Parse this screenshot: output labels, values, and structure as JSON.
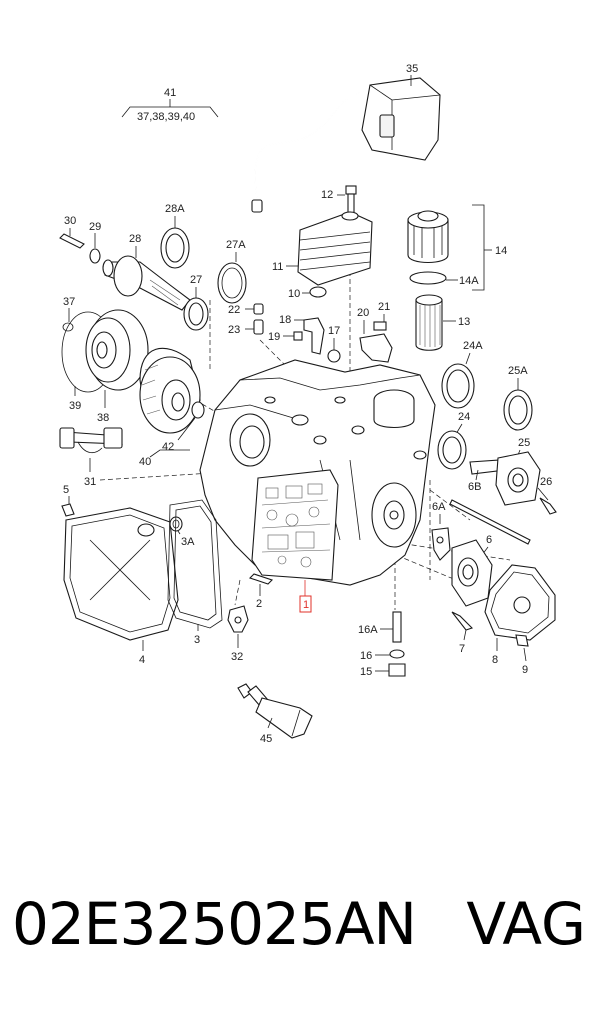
{
  "diagram": {
    "labels": {
      "l41": "41",
      "l41sub": "37,38,39,40",
      "l35": "35",
      "l12": "12",
      "l30": "30",
      "l29": "29",
      "l28": "28",
      "l28a": "28A",
      "l27a": "27A",
      "l27": "27",
      "l11": "11",
      "l14": "14",
      "l14a": "14A",
      "l10": "10",
      "l13": "13",
      "l37": "37",
      "l22": "22",
      "l23": "23",
      "l18": "18",
      "l20": "20",
      "l21": "21",
      "l19": "19",
      "l17": "17",
      "l24a": "24A",
      "l25a": "25A",
      "l39": "39",
      "l38": "38",
      "l24": "24",
      "l25": "25",
      "l42": "42",
      "l40": "40",
      "l31": "31",
      "l6b": "6B",
      "l26": "26",
      "l5": "5",
      "l3a": "3A",
      "l6a": "6A",
      "l6": "6",
      "l2": "2",
      "l1": "1",
      "l3": "3",
      "l4": "4",
      "l32": "32",
      "l16a": "16A",
      "l16": "16",
      "l15": "15",
      "l7": "7",
      "l8": "8",
      "l9": "9",
      "l45": "45"
    }
  },
  "footer": {
    "part_number": "02E325025AN",
    "brand": "VAG"
  },
  "colors": {
    "line": "#1a1a1a",
    "highlight": "#e0302a",
    "background": "#ffffff"
  }
}
